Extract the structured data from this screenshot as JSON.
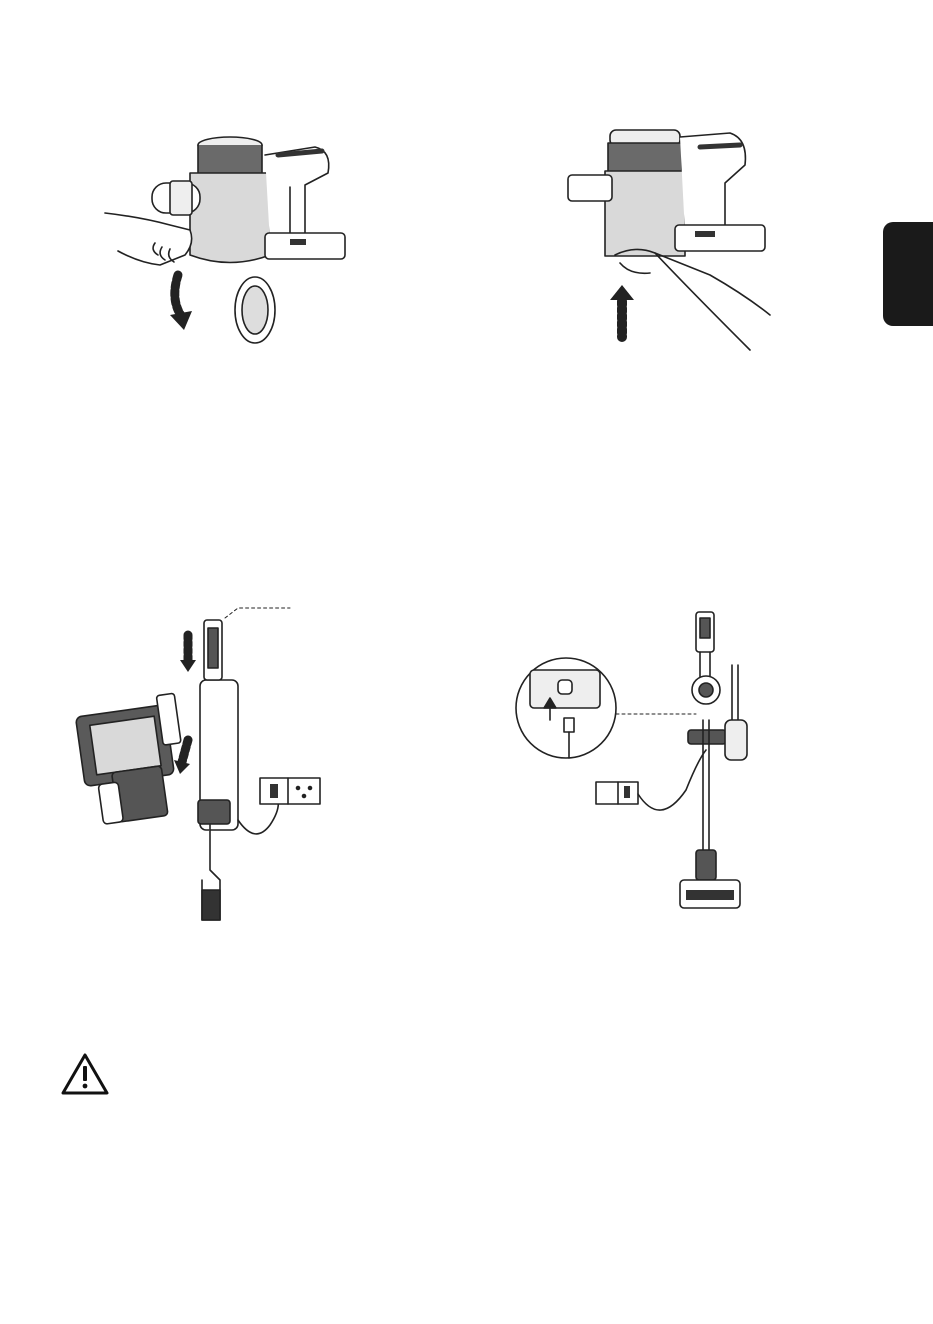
{
  "page": {
    "figures": [
      {
        "id": "fig1",
        "icon": "vacuum-handheld-dustbin-release-icon"
      },
      {
        "id": "fig2",
        "icon": "vacuum-handheld-battery-insert-icon"
      },
      {
        "id": "fig3",
        "icon": "wall-mount-charging-icon"
      },
      {
        "id": "fig4",
        "icon": "stick-vacuum-charging-icon"
      }
    ],
    "side_tab": {
      "color": "#1a1a1a"
    },
    "warning": {
      "icon": "warning-triangle-icon"
    }
  }
}
